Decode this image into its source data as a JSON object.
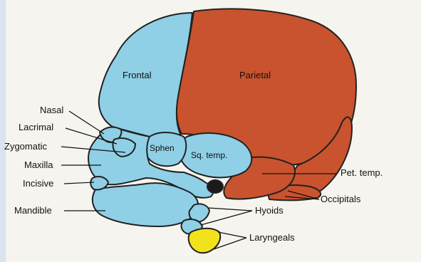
{
  "diagram": {
    "bones": {
      "frontal": "Frontal",
      "parietal": "Parietal",
      "sphenoid": "Sphen",
      "squamous_temporal": "Sq. temp.",
      "nasal": "Nasal",
      "lacrimal": "Lacrimal",
      "zygomatic": "Zygomatic",
      "maxilla": "Maxilla",
      "incisive": "Incisive",
      "mandible": "Mandible",
      "petrous_temporal": "Pet. temp.",
      "occipitals": "Occipitals",
      "hyoids": "Hyoids",
      "laryngeals": "Laryngeals"
    },
    "colors": {
      "membrane_bone": "#8fd0e6",
      "cartilage_bone": "#c9532e",
      "laryngeal": "#f2e21c",
      "outline": "#222222"
    }
  }
}
